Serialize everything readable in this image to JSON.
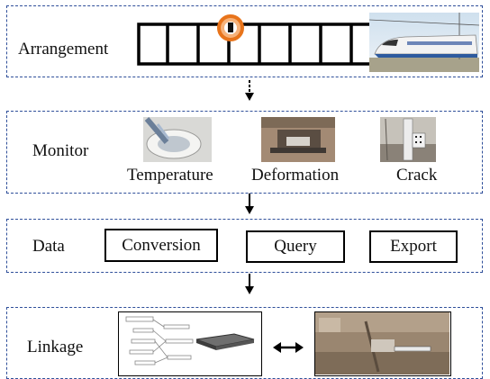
{
  "stages": {
    "arrangement": {
      "label": "Arrangement"
    },
    "monitor": {
      "label": "Monitor",
      "items": [
        "Temperature",
        "Deformation",
        "Crack"
      ]
    },
    "data": {
      "label": "Data",
      "buttons": [
        "Conversion",
        "Query",
        "Export"
      ]
    },
    "linkage": {
      "label": "Linkage"
    }
  },
  "colors": {
    "panel_border": "#2f4f9a",
    "sensor_marker": "#e8741b"
  },
  "icons": [
    "train-image",
    "sensor-marker-icon",
    "temperature-sensor-image",
    "deformation-sensor-image",
    "crack-sensor-image",
    "bim-model-image",
    "field-photo-image",
    "bidirectional-arrow-icon",
    "down-arrow-icon"
  ]
}
